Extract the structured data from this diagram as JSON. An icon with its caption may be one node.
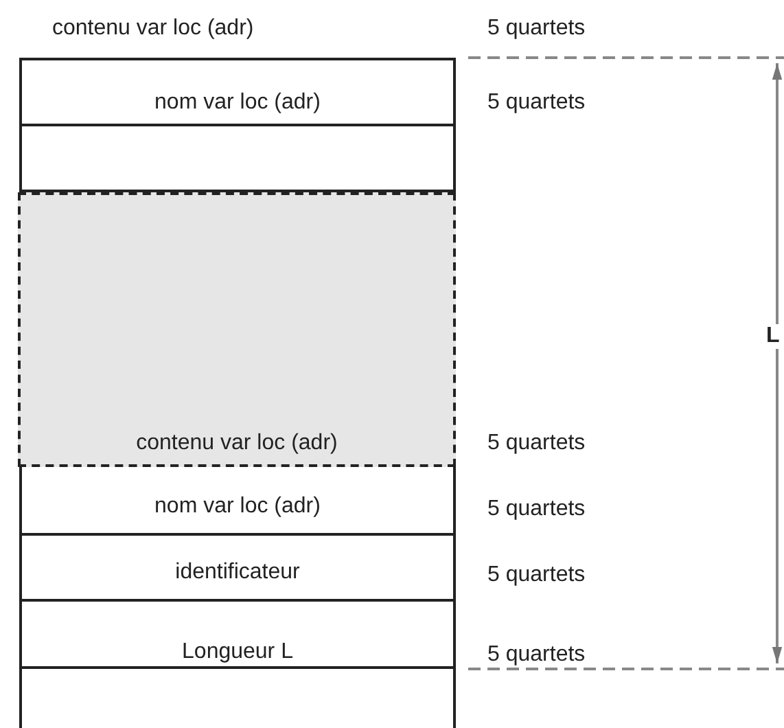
{
  "diagram": {
    "nodes": [
      {
        "text": [
          "nom var loc (adr)"
        ],
        "beside": [
          "5 quartets"
        ]
      },
      {
        "text": [],
        "shape": "box"
      },
      {
        "text": [
          "contenu var loc (adr)"
        ],
        "beside": [
          "5 quartets"
        ]
      },
      {
        "text": [
          "nom var loc (adr)"
        ],
        "beside": [
          "5 quartets"
        ]
      },
      {
        "text": [
          "identificateur"
        ],
        "beside": [
          "5 quartets"
        ]
      },
      {
        "text": [
          "Longueur L"
        ],
        "beside": [
          "5 quartets"
        ]
      },
      {
        "text": [],
        "shape": "box"
      }
    ],
    "edges": [],
    "labels": [
      "contenu var loc (adr)",
      "5 quartets",
      "L"
    ]
  }
}
